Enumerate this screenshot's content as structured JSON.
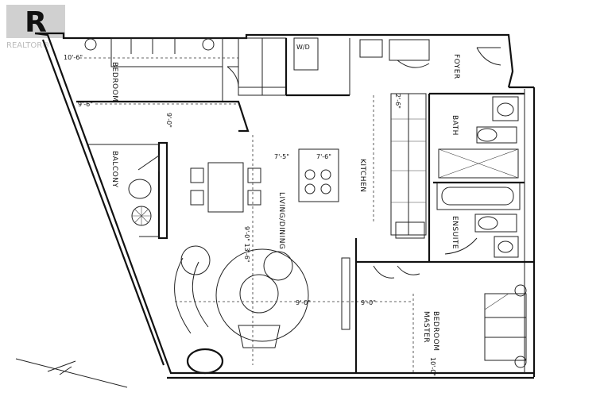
{
  "logo": {
    "text": "REALTOR®",
    "mark": "R"
  },
  "rooms": {
    "bedroom": "BEDROOM",
    "wd": "W/D",
    "foyer": "FOYER",
    "bath": "BATH",
    "balcony": "BALCONY",
    "kitchen": "KITCHEN",
    "living_dining": "LIVING/DINING",
    "ensuite": "ENSUITE",
    "master_bedroom_1": "MASTER",
    "master_bedroom_2": "BEDROOM"
  },
  "dimensions": {
    "bed_w1": "10'-6\"",
    "bed_w2": "9'-6\"",
    "bed_len": "9'-0\"",
    "kitchen_w1": "7'-5\"",
    "kitchen_w2": "7'-6\"",
    "living_len": "9'-0\" 13'-6\"",
    "master_w1": "9'-0\"",
    "master_w2": "9'-0\"",
    "master_len": "10'-0\"",
    "bath_dim": "2'-6\""
  },
  "colors": {
    "line": "#111111",
    "background": "#ffffff",
    "logo": "#c8c8c8"
  }
}
